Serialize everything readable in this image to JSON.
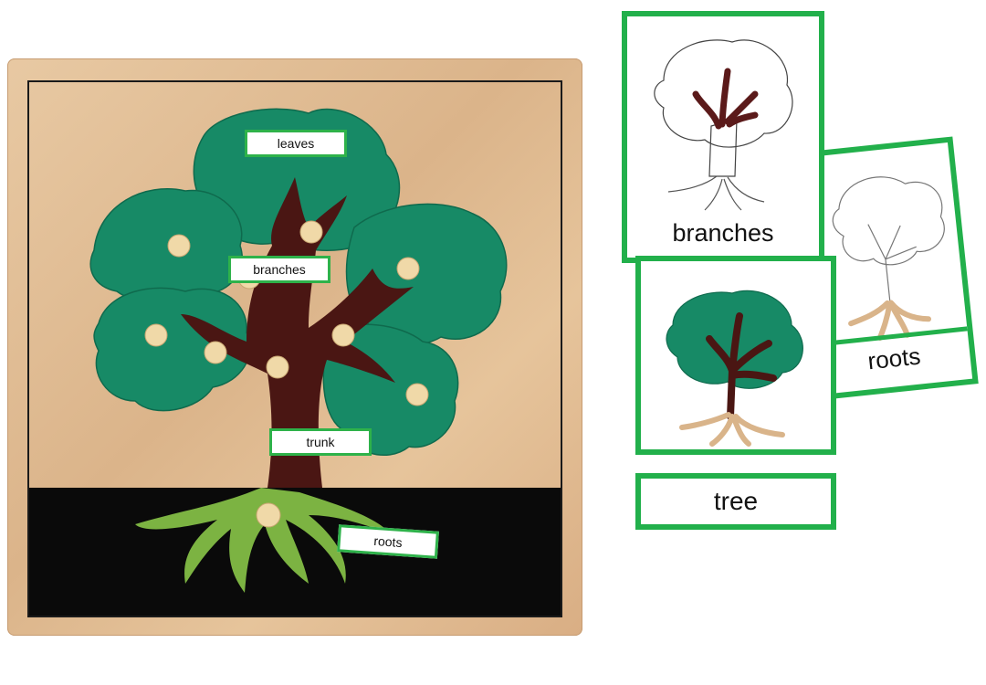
{
  "puzzle": {
    "labels": {
      "leaves": "leaves",
      "branches": "branches",
      "trunk": "trunk",
      "roots": "roots"
    }
  },
  "cards": {
    "branches_card": {
      "caption": "branches"
    },
    "roots_card": {
      "caption": "roots"
    },
    "tree_card": {
      "caption": ""
    },
    "tree_label_card": {
      "caption": "tree"
    }
  },
  "colors": {
    "card_border": "#22b04b",
    "leaf_green": "#178a66",
    "trunk_brown": "#4a1613",
    "root_green": "#7cb342",
    "board_wood": "#e2bf96"
  }
}
